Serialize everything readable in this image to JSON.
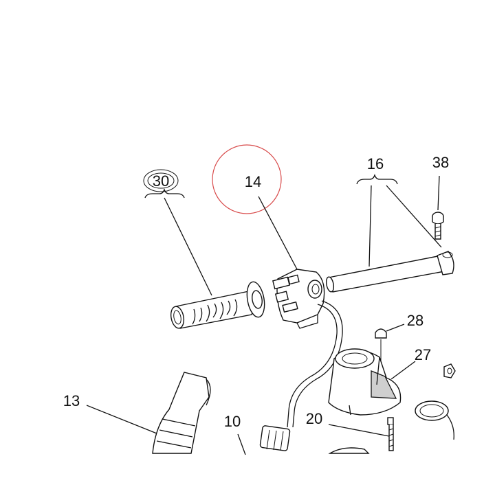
{
  "callouts": {
    "c30": "30",
    "c14": "14",
    "c16": "16",
    "c38": "38",
    "c28": "28",
    "c27": "27",
    "c13": "13",
    "c10": "10",
    "c20": "20"
  },
  "highlight_color": "#d84a4a"
}
